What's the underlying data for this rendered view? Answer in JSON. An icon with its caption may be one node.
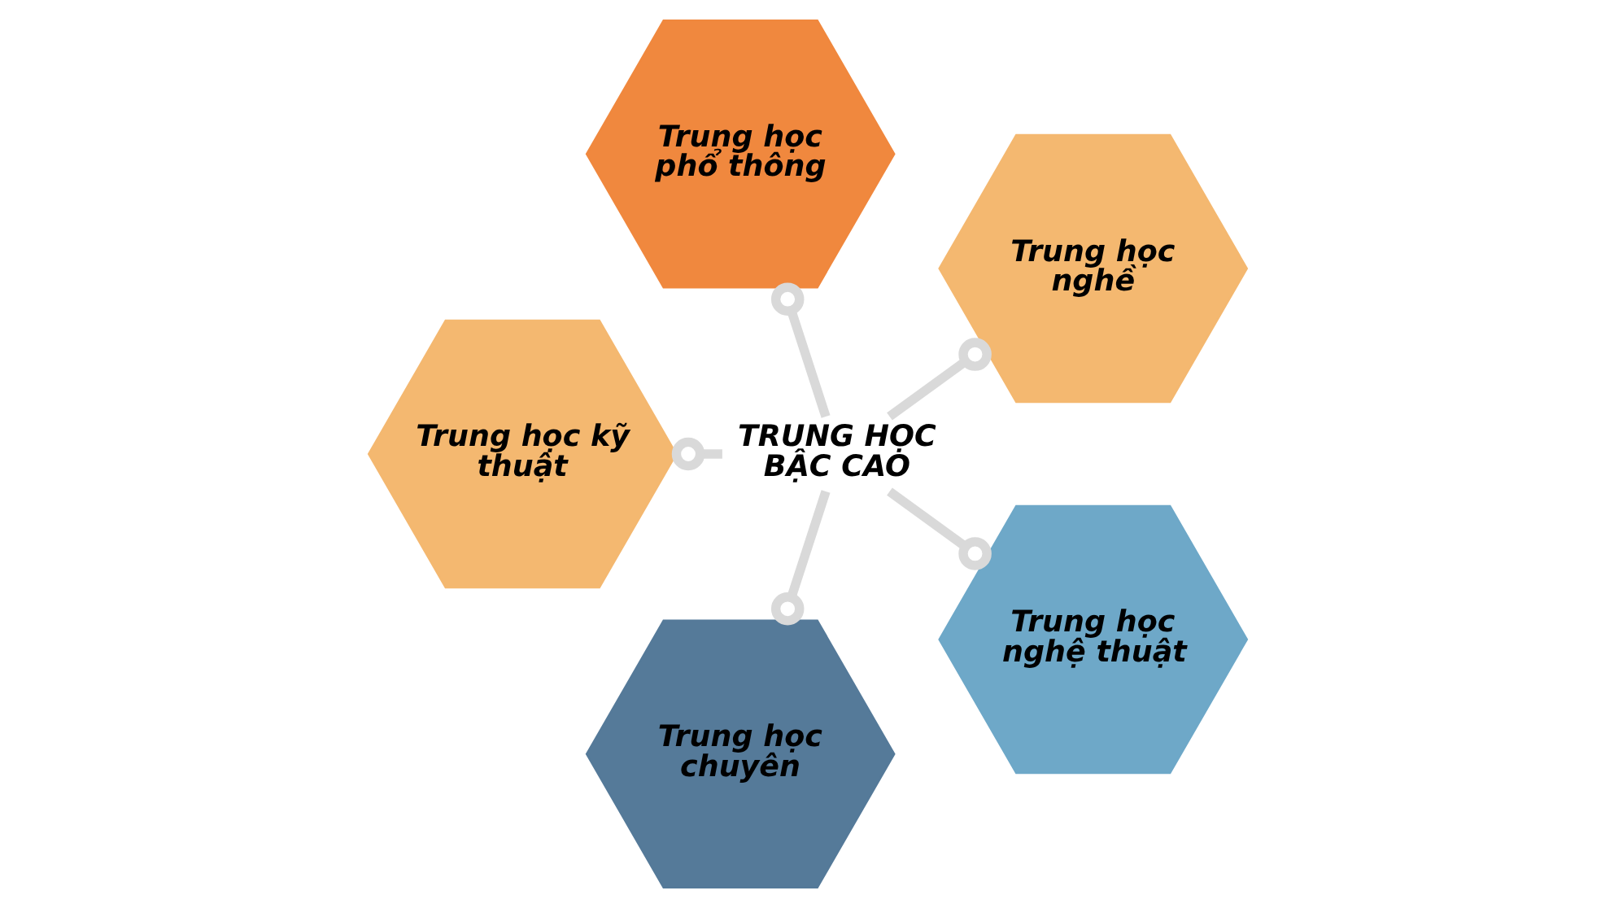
{
  "diagram": {
    "nodes": [
      {
        "text": [
          "Trung học phổ thông"
        ]
      },
      {
        "text": [
          "Trung học kỹ thuật"
        ]
      },
      {
        "text": [
          "Trung học nghề"
        ]
      },
      {
        "text": [
          "TRUNG HỌC BẬC CAO"
        ]
      },
      {
        "text": [
          "Trung học chuyên"
        ]
      },
      {
        "text": [
          "Trung học nghệ thuật"
        ]
      }
    ],
    "edges": [
      {
        "from": 3,
        "to": 0,
        "arrow": "other",
        "color": "#d9d9d9"
      },
      {
        "from": 3,
        "to": 2,
        "arrow": "other",
        "color": "#d9d9d9"
      },
      {
        "from": 3,
        "to": 5,
        "arrow": "other",
        "color": "#d9d9d9"
      },
      {
        "from": 3,
        "to": 4,
        "arrow": "other",
        "color": "#d9d9d9"
      },
      {
        "from": 3,
        "to": 1,
        "arrow": "other",
        "color": "#d9d9d9"
      }
    ]
  }
}
